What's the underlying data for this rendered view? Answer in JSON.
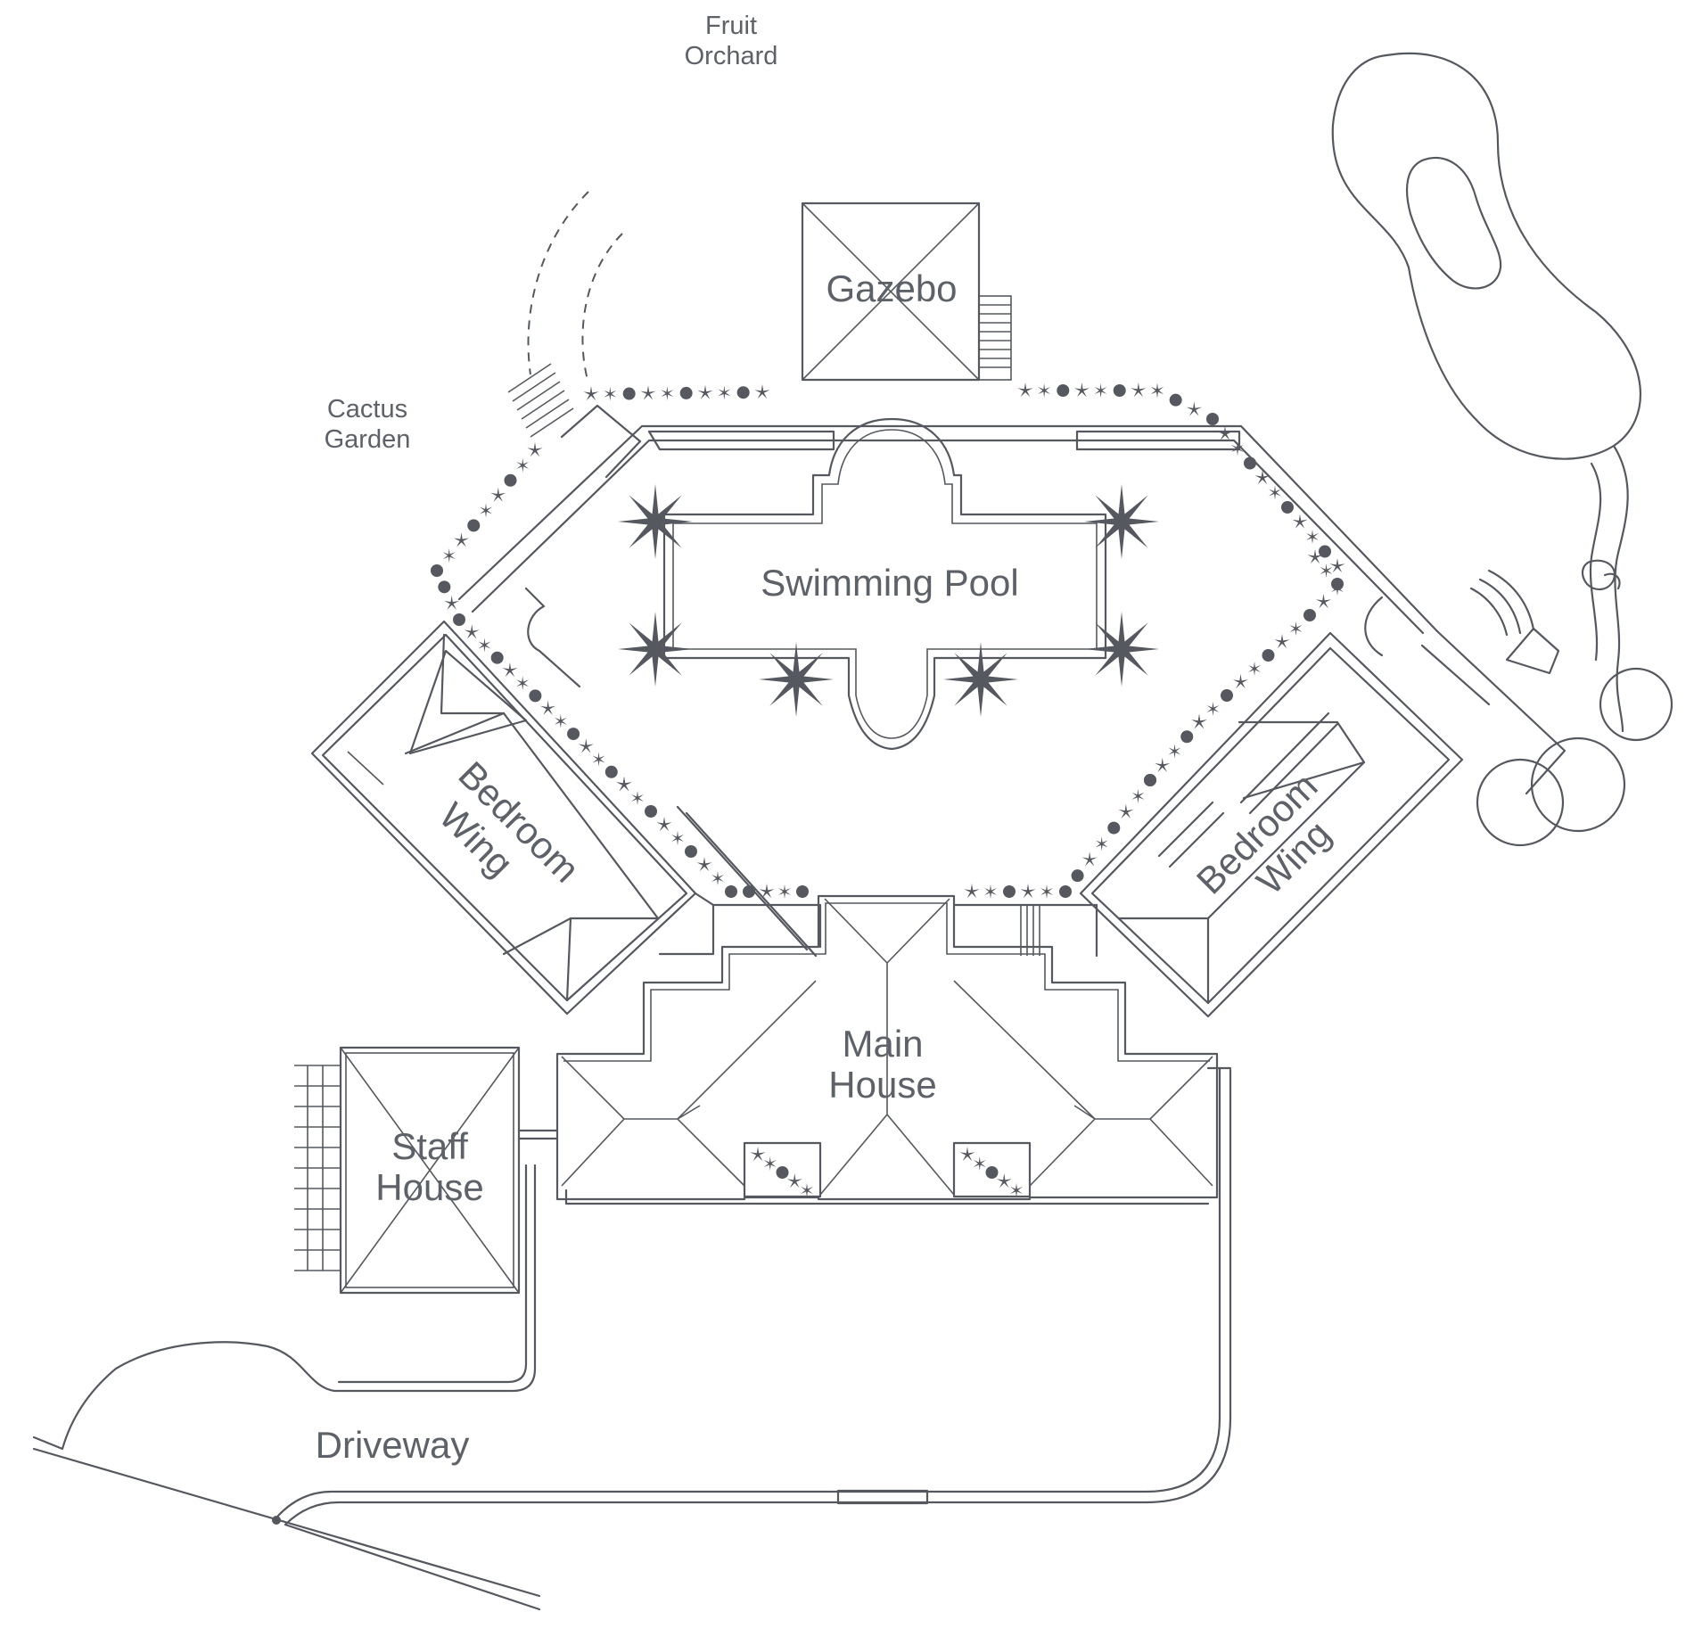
{
  "labels": {
    "fruit_orchard": [
      "Fruit",
      "Orchard"
    ],
    "cactus_garden": [
      "Cactus",
      "Garden"
    ],
    "gazebo": "Gazebo",
    "swimming_pool": "Swimming Pool",
    "bedroom_wing_left": [
      "Bedroom",
      "Wing"
    ],
    "bedroom_wing_right": [
      "Bedroom",
      "Wing"
    ],
    "main_house": [
      "Main",
      "House"
    ],
    "staff_house": [
      "Staff",
      "House"
    ],
    "driveway": "Driveway"
  },
  "colors": {
    "line": "#55595f",
    "text": "#5d6168",
    "background": "#ffffff"
  }
}
